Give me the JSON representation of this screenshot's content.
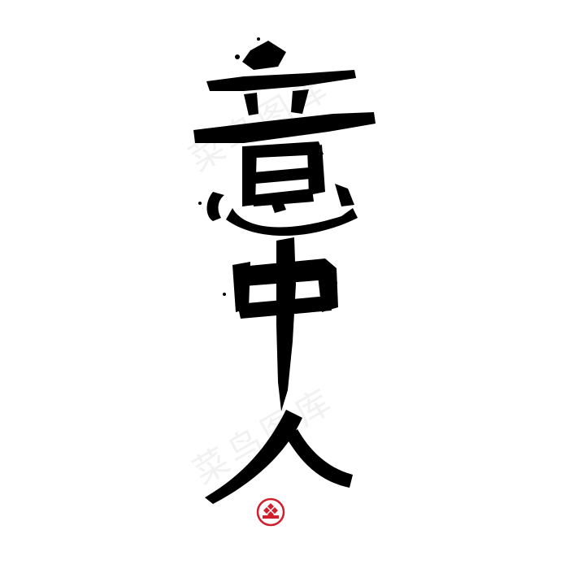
{
  "artwork": {
    "characters": "意中人",
    "watermark_text": "菜鸟图库",
    "ink_color": "#000000",
    "seal_color": "#d0202e",
    "watermark_color": "#f1f1f1",
    "seal_icon": "diamond-pattern-seal"
  }
}
